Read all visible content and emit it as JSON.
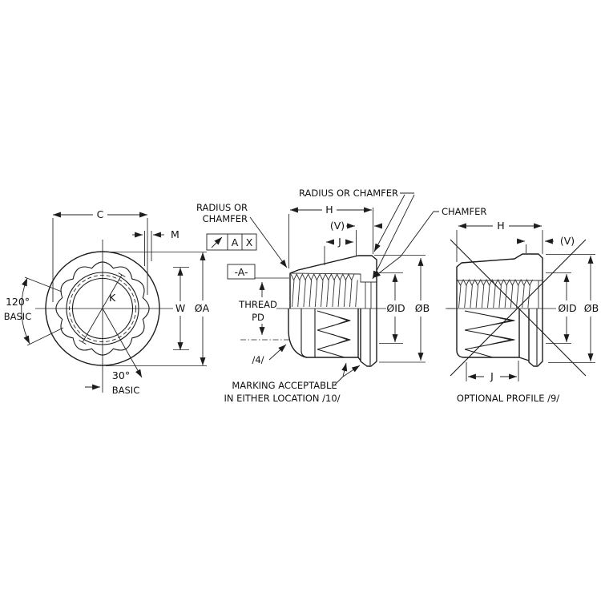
{
  "left_view": {
    "dim_c": "C",
    "dim_m": "M",
    "dim_w": "W",
    "dim_k": "K",
    "dia_a": "ØA",
    "angle_120": "120°",
    "angle_120_basic": "BASIC",
    "angle_30": "30°",
    "angle_30_basic": "BASIC"
  },
  "middle_view": {
    "leader_radius_line1": "RADIUS OR",
    "leader_radius_line2": "CHAMFER",
    "leader_radius_top": "RADIUS OR CHAMFER",
    "leader_chamfer": "CHAMFER",
    "dim_h": "H",
    "dim_v": "(V)",
    "dim_j": "J",
    "dia_id": "ØID",
    "dia_b": "ØB",
    "datum_flag": "-A-",
    "fcf_datum": "A",
    "fcf_tolerance": "X",
    "thread_label_line1": "THREAD",
    "thread_label_line2": "PD",
    "note_surface": "/4/",
    "marking_note_line1": "MARKING ACCEPTABLE",
    "marking_note_line2": "IN EITHER LOCATION /10/"
  },
  "right_view": {
    "dim_h": "H",
    "dim_v": "(V)",
    "dim_j": "J",
    "dia_id": "ØID",
    "dia_b": "ØB",
    "caption": "OPTIONAL PROFILE /9/"
  },
  "colors": {
    "line": "#1c1c1c",
    "background": "#ffffff"
  }
}
